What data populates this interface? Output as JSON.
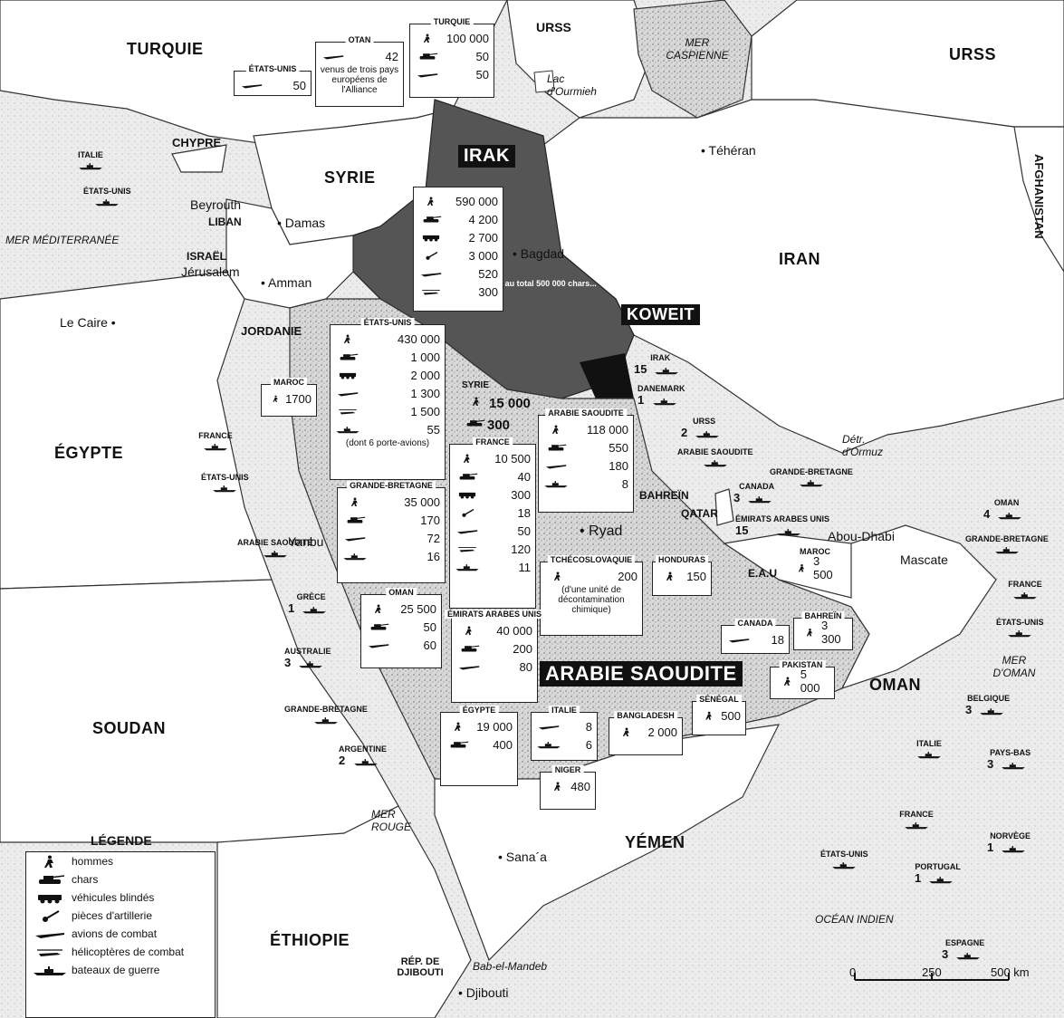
{
  "countries": {
    "turquie": "TURQUIE",
    "urss_n": "URSS",
    "urss_ne": "URSS",
    "syrie": "SYRIE",
    "irak": "IRAK",
    "iran": "IRAN",
    "afghanistan": "AFGHANISTAN",
    "koweit": "KOWEIT",
    "jordanie": "JORDANIE",
    "egypte": "ÉGYPTE",
    "soudan": "SOUDAN",
    "ethiopie": "ÉTHIOPIE",
    "arabie": "ARABIE SAOUDITE",
    "yemen": "YÉMEN",
    "oman": "OMAN",
    "liban": "LIBAN",
    "israel": "ISRAËL",
    "chypre": "CHYPRE",
    "qatar": "QATAR",
    "bahrein": "BAHREÏN",
    "eau": "E.A.U",
    "djibouti": "RÉP. DE DJIBOUTI"
  },
  "cities": {
    "teheran": "Téhéran",
    "bagdad": "Bagdad",
    "beyrouth": "Beyrouth",
    "damas": "Damas",
    "jerusalem": "Jérusalem",
    "amman": "Amman",
    "lecaire": "Le Caire",
    "ryad": "Ryad",
    "yanbu": "Yanbu",
    "abou_dhabi": "Abou-Dhabi",
    "mascate": "Mascate",
    "sanaa": "Sana´a",
    "djibouti_city": "Djibouti",
    "bab": "Bab-el-Mandeb",
    "lac": "Lac d'Ourmieh"
  },
  "seas": {
    "caspienne": "MER CASPIENNE",
    "mediterranee": "MER MÉDITERRANÉE",
    "rouge": "MER ROUGE",
    "oman": "MER D'OMAN",
    "ocean": "OCÉAN INDIEN",
    "ormuz": "Détr. d'Ormuz"
  },
  "iraq_note": "Il s'ajoute au total 500 000 chars...",
  "boxes": {
    "usa_air": {
      "title": "ÉTATS-UNIS",
      "rows": [
        {
          "sym": "plane",
          "v": "50"
        }
      ]
    },
    "otan": {
      "title": "OTAN",
      "rows": [
        {
          "sym": "plane",
          "v": "42"
        }
      ],
      "note": "venus de trois pays européens de l'Alliance"
    },
    "turquie": {
      "title": "TURQUIE",
      "rows": [
        {
          "sym": "man",
          "v": "100 000"
        },
        {
          "sym": "tank",
          "v": "50"
        },
        {
          "sym": "plane",
          "v": "50"
        }
      ]
    },
    "irak": {
      "title": "",
      "rows": [
        {
          "sym": "man",
          "v": "590 000"
        },
        {
          "sym": "tank",
          "v": "4 200"
        },
        {
          "sym": "armored",
          "v": "2 700"
        },
        {
          "sym": "gun",
          "v": "3 000"
        },
        {
          "sym": "plane",
          "v": "520"
        },
        {
          "sym": "heli",
          "v": "300"
        }
      ]
    },
    "usa": {
      "title": "ÉTATS-UNIS",
      "rows": [
        {
          "sym": "man",
          "v": "430 000"
        },
        {
          "sym": "tank",
          "v": "1 000"
        },
        {
          "sym": "armored",
          "v": "2 000"
        },
        {
          "sym": "plane",
          "v": "1 300"
        },
        {
          "sym": "heli",
          "v": "1 500"
        },
        {
          "sym": "ship",
          "v": "55"
        }
      ],
      "note": "(dont 6 porte-avions)"
    },
    "maroc": {
      "title": "MAROC",
      "rows": [
        {
          "sym": "man",
          "v": "1700"
        }
      ]
    },
    "gb": {
      "title": "GRANDE-BRETAGNE",
      "rows": [
        {
          "sym": "man",
          "v": "35 000"
        },
        {
          "sym": "tank",
          "v": "170"
        },
        {
          "sym": "plane",
          "v": "72"
        },
        {
          "sym": "ship",
          "v": "16"
        }
      ]
    },
    "oman_box": {
      "title": "OMAN",
      "rows": [
        {
          "sym": "man",
          "v": "25 500"
        },
        {
          "sym": "tank",
          "v": "50"
        },
        {
          "sym": "plane",
          "v": "60"
        }
      ]
    },
    "france": {
      "title": "FRANCE",
      "rows": [
        {
          "sym": "man",
          "v": "10 500"
        },
        {
          "sym": "tank",
          "v": "40"
        },
        {
          "sym": "armored",
          "v": "300"
        },
        {
          "sym": "gun",
          "v": "18"
        },
        {
          "sym": "plane",
          "v": "50"
        },
        {
          "sym": "heli",
          "v": "120"
        },
        {
          "sym": "ship",
          "v": "11"
        }
      ]
    },
    "arabie": {
      "title": "ARABIE SAOUDITE",
      "rows": [
        {
          "sym": "man",
          "v": "118 000"
        },
        {
          "sym": "tank",
          "v": "550"
        },
        {
          "sym": "plane",
          "v": "180"
        },
        {
          "sym": "ship",
          "v": "8"
        }
      ]
    },
    "tchecoslovaquie": {
      "title": "TCHÉCOSLOVAQUIE",
      "rows": [
        {
          "sym": "man",
          "v": "200"
        }
      ],
      "note": "(d'une unité de décontamination chimique)"
    },
    "honduras": {
      "title": "HONDURAS",
      "rows": [
        {
          "sym": "man",
          "v": "150"
        }
      ]
    },
    "emirats": {
      "title": "ÉMIRATS ARABES UNIS",
      "rows": [
        {
          "sym": "man",
          "v": "40 000"
        },
        {
          "sym": "tank",
          "v": "200"
        },
        {
          "sym": "plane",
          "v": "80"
        }
      ]
    },
    "egypte": {
      "title": "ÉGYPTE",
      "rows": [
        {
          "sym": "man",
          "v": "19 000"
        },
        {
          "sym": "tank",
          "v": "400"
        }
      ]
    },
    "italie_box": {
      "title": "ITALIE",
      "rows": [
        {
          "sym": "plane",
          "v": "8"
        },
        {
          "sym": "ship",
          "v": "6"
        }
      ]
    },
    "bangladesh": {
      "title": "BANGLADESH",
      "rows": [
        {
          "sym": "man",
          "v": "2 000"
        }
      ]
    },
    "niger": {
      "title": "NIGER",
      "rows": [
        {
          "sym": "man",
          "v": "480"
        }
      ]
    },
    "senegal": {
      "title": "SÉNÉGAL",
      "rows": [
        {
          "sym": "man",
          "v": "500"
        }
      ]
    },
    "canada_box": {
      "title": "CANADA",
      "rows": [
        {
          "sym": "plane",
          "v": "18"
        }
      ]
    },
    "bahrein_box": {
      "title": "BAHREÏN",
      "rows": [
        {
          "sym": "man",
          "v": "3 300"
        }
      ]
    },
    "pakistan": {
      "title": "PAKISTAN",
      "rows": [
        {
          "sym": "man",
          "v": "5 000"
        }
      ]
    },
    "maroc2": {
      "title": "MAROC",
      "rows": [
        {
          "sym": "man",
          "v": "3 500"
        }
      ]
    }
  },
  "syrie_forces": {
    "title": "SYRIE",
    "men": "15 000",
    "tanks": "300"
  },
  "fleets": {
    "italie_med": {
      "name": "ITALIE",
      "n": ""
    },
    "usa_med": {
      "name": "ÉTATS-UNIS",
      "n": ""
    },
    "irak_gulf": {
      "name": "IRAK",
      "n": "15"
    },
    "danemark": {
      "name": "DANEMARK",
      "n": "1"
    },
    "urss_gulf": {
      "name": "URSS",
      "n": "2"
    },
    "arabie_gulf": {
      "name": "ARABIE SAOUDITE",
      "n": ""
    },
    "gb_gulf": {
      "name": "GRANDE-BRETAGNE",
      "n": ""
    },
    "canada_gulf": {
      "name": "CANADA",
      "n": "3"
    },
    "eau_gulf": {
      "name": "ÉMIRATS ARABES UNIS",
      "n": "15"
    },
    "france_red": {
      "name": "FRANCE",
      "n": ""
    },
    "usa_red": {
      "name": "ÉTATS-UNIS",
      "n": ""
    },
    "arabie_red": {
      "name": "ARABIE SAOUDITE",
      "n": ""
    },
    "grece": {
      "name": "GRÈCE",
      "n": "1"
    },
    "australie": {
      "name": "AUSTRALIE",
      "n": "3"
    },
    "gb_red": {
      "name": "GRANDE-BRETAGNE",
      "n": ""
    },
    "argentine": {
      "name": "ARGENTINE",
      "n": "2"
    },
    "oman_sea": {
      "name": "OMAN",
      "n": "4"
    },
    "gb_oman": {
      "name": "GRANDE-BRETAGNE",
      "n": ""
    },
    "france_oman": {
      "name": "FRANCE",
      "n": ""
    },
    "usa_oman": {
      "name": "ÉTATS-UNIS",
      "n": ""
    },
    "belgique": {
      "name": "BELGIQUE",
      "n": "3"
    },
    "italie_oman": {
      "name": "ITALIE",
      "n": ""
    },
    "paysbas": {
      "name": "PAYS-BAS",
      "n": "3"
    },
    "france_ind": {
      "name": "FRANCE",
      "n": ""
    },
    "usa_ind": {
      "name": "ÉTATS-UNIS",
      "n": ""
    },
    "portugal": {
      "name": "PORTUGAL",
      "n": "1"
    },
    "norvege": {
      "name": "NORVÈGE",
      "n": "1"
    },
    "espagne": {
      "name": "ESPAGNE",
      "n": "3"
    }
  },
  "legend": {
    "title": "LÉGENDE",
    "items": [
      "hommes",
      "chars",
      "véhicules blindés",
      "pièces d'artillerie",
      "avions de combat",
      "hélicoptères de combat",
      "bateaux de guerre"
    ]
  },
  "scale": {
    "t0": "0",
    "t1": "250",
    "t2": "500 km"
  }
}
